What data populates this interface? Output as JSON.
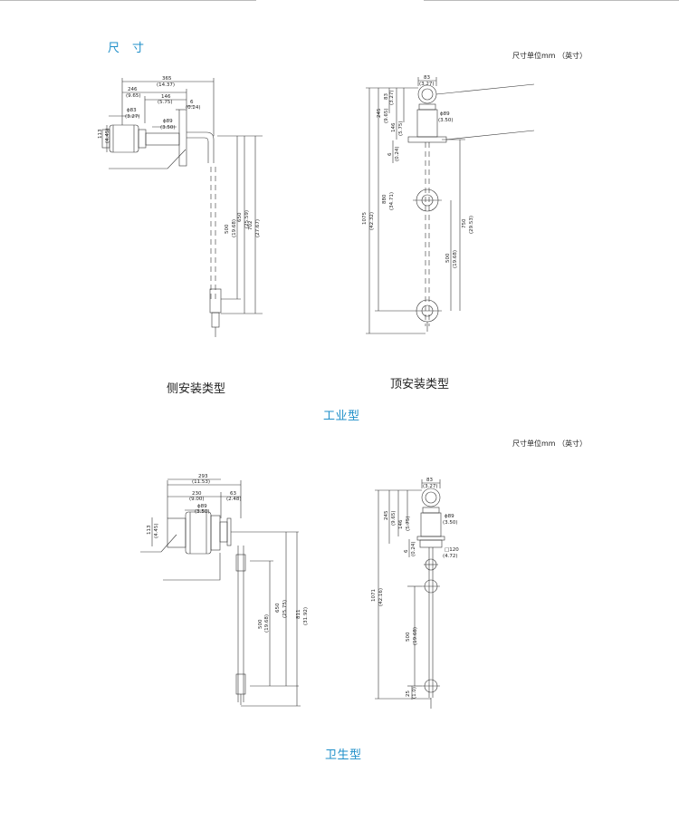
{
  "header": {
    "title": "尺　寸",
    "unit_note_1": "尺寸单位mm  （英寸）",
    "unit_note_2": "尺寸单位mm  （英寸）"
  },
  "industrial": {
    "section_label": "工业型",
    "side_caption": "侧安装类型",
    "top_caption": "顶安装类型",
    "side_dims": {
      "d365": "365",
      "d365i": "(14.37)",
      "d246": "246",
      "d246i": "(9.65)",
      "d146": "146",
      "d146i": "(5.75)",
      "d6": "6",
      "d6i": "(0.24)",
      "d83": "ϕ83",
      "d83i": "(3.27)",
      "d89": "ϕ89",
      "d89i": "(3.50)",
      "d113": "113",
      "d113i": "(4.45)",
      "d500": "500",
      "d500i": "(19.68)",
      "d650": "650",
      "d650i": "(25.59)",
      "d702": "702",
      "d702i": "(27.67)"
    },
    "top_dims": {
      "d83": "83",
      "d83i": "(3.27)",
      "d83v": "83",
      "d83vi": "(3.27)",
      "d245": "245",
      "d245i": "(9.65)",
      "d146": "146",
      "d146i": "(5.75)",
      "d89": "ϕ89",
      "d89i": "(3.50)",
      "d6": "6",
      "d6i": "(0.24)",
      "d1075": "1075",
      "d1075i": "(42.32)",
      "d880": "880",
      "d880i": "(34.71)",
      "d750": "750",
      "d750i": "(29.53)",
      "d500": "500",
      "d500i": "(19.68)"
    }
  },
  "sanitary": {
    "section_label": "卫生型",
    "side_dims": {
      "d293": "293",
      "d293i": "(11.53)",
      "d230": "230",
      "d230i": "(9.00)",
      "d63": "63",
      "d63i": "(2.48)",
      "d89": "ϕ89",
      "d89i": "(3.50)",
      "d113": "113",
      "d113i": "(4.45)",
      "d500": "500",
      "d500i": "(19.68)",
      "d650": "650",
      "d650i": "(25.75)",
      "d811": "811",
      "d811i": "(31.92)"
    },
    "top_dims": {
      "d83": "83",
      "d83i": "(3.27)",
      "d245": "245",
      "d245i": "(9.65)",
      "d146": "146",
      "d146i": "(5.75)",
      "d89": "ϕ89",
      "d89i": "(3.50)",
      "d6": "6",
      "d6i": "(0.24)",
      "d120": "□120",
      "d120i": "(4.72)",
      "d1071": "1071",
      "d1071i": "(42.16)",
      "d500": "500",
      "d500i": "(19.68)",
      "d25": "25",
      "d25i": "(1.0)"
    }
  }
}
